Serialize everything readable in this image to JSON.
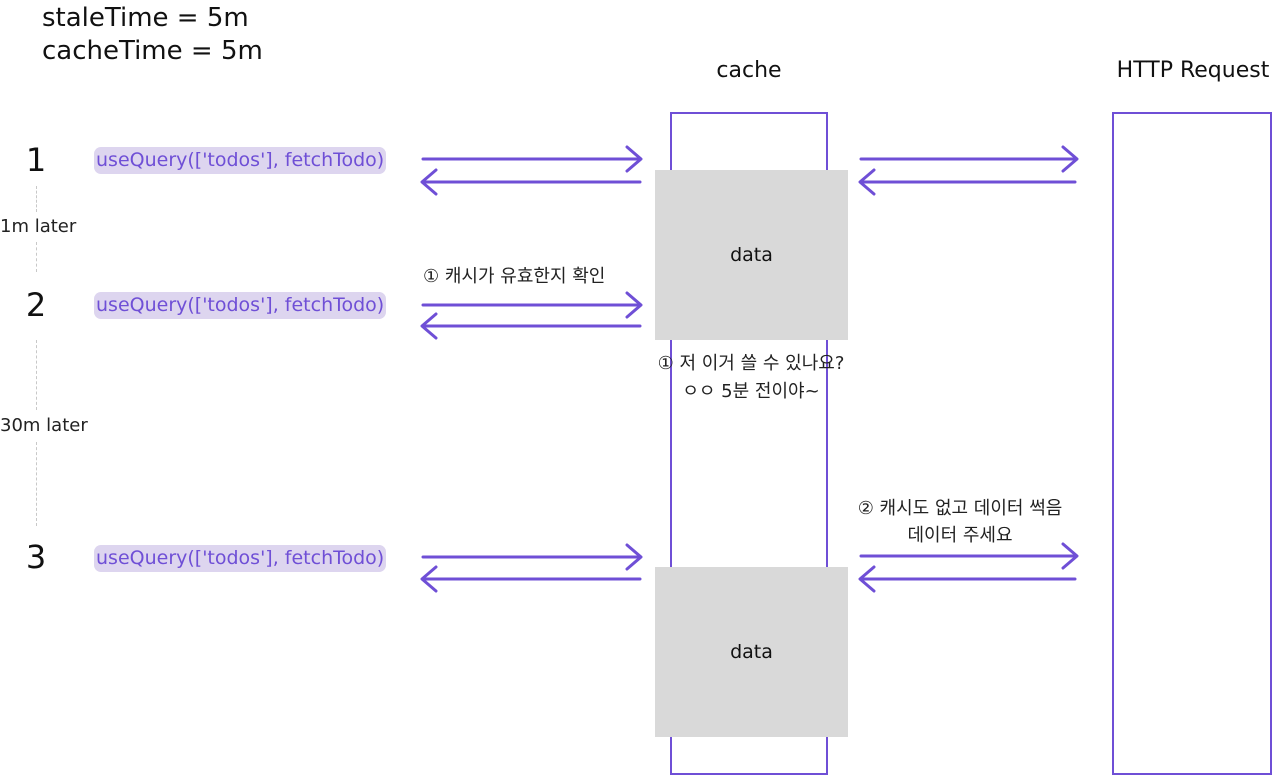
{
  "config": {
    "stale_time": "staleTime = 5m",
    "cache_time": "cacheTime = 5m"
  },
  "columns": {
    "cache_label": "cache",
    "http_label": "HTTP Request"
  },
  "steps": [
    {
      "number": "1",
      "query": "useQuery(['todos'], fetchTodo)"
    },
    {
      "number": "2",
      "query": "useQuery(['todos'], fetchTodo)"
    },
    {
      "number": "3",
      "query": "useQuery(['todos'], fetchTodo)"
    }
  ],
  "intervals": {
    "first": "1m later",
    "second": "30m later"
  },
  "data_blocks": {
    "top": "data",
    "bottom": "data"
  },
  "notes": {
    "check_cache": "① 캐시가 유효한지 확인",
    "cache_reply_line1": "① 저 이거 쓸 수 있나요?",
    "cache_reply_line2": "ㅇㅇ 5분 전이야~",
    "fetch_line1": "② 캐시도 없고 데이터 썩음",
    "fetch_line2": "데이터 주세요"
  },
  "colors": {
    "accent": "#6f4fd6",
    "chip_background": "#ddd5ef",
    "data_block": "#d9d9d9",
    "dashed_line": "#c8c8c8"
  }
}
